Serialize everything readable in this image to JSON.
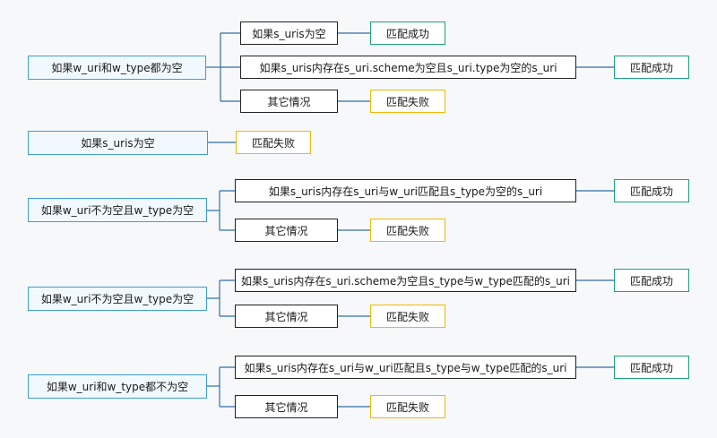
{
  "groups": [
    {
      "condition": "如果w_uri和w_type都为空",
      "cases": [
        {
          "text": "如果s_uris为空",
          "result": "匹配成功"
        },
        {
          "text": "如果s_uris内存在s_uri.scheme为空且s_uri.type为空的s_uri",
          "result": "匹配成功"
        },
        {
          "text": "其它情况",
          "result": "匹配失败"
        }
      ]
    },
    {
      "condition": "如果s_uris为空",
      "result": "匹配失败"
    },
    {
      "condition": "如果w_uri不为空且w_type为空",
      "cases": [
        {
          "text": "如果s_uris内存在s_uri与w_uri匹配且s_type为空的s_uri",
          "result": "匹配成功"
        },
        {
          "text": "其它情况",
          "result": "匹配失败"
        }
      ]
    },
    {
      "condition": "如果w_uri不为空且w_type为空",
      "cases": [
        {
          "text": "如果s_uris内存在s_uri.scheme为空且s_type与w_type匹配的s_uri",
          "result": "匹配成功"
        },
        {
          "text": "其它情况",
          "result": "匹配失败"
        }
      ]
    },
    {
      "condition": "如果w_uri和w_type都不为空",
      "cases": [
        {
          "text": "如果s_uris内存在s_uri与w_uri匹配且s_type与w_type匹配的s_uri",
          "result": "匹配成功"
        },
        {
          "text": "其它情况",
          "result": "匹配失败"
        }
      ]
    }
  ],
  "colors": {
    "condition_border": "#3d9fd6",
    "success_border": "#1aa37a",
    "fail_border": "#f2b705",
    "connector": "#2f6fa6"
  }
}
